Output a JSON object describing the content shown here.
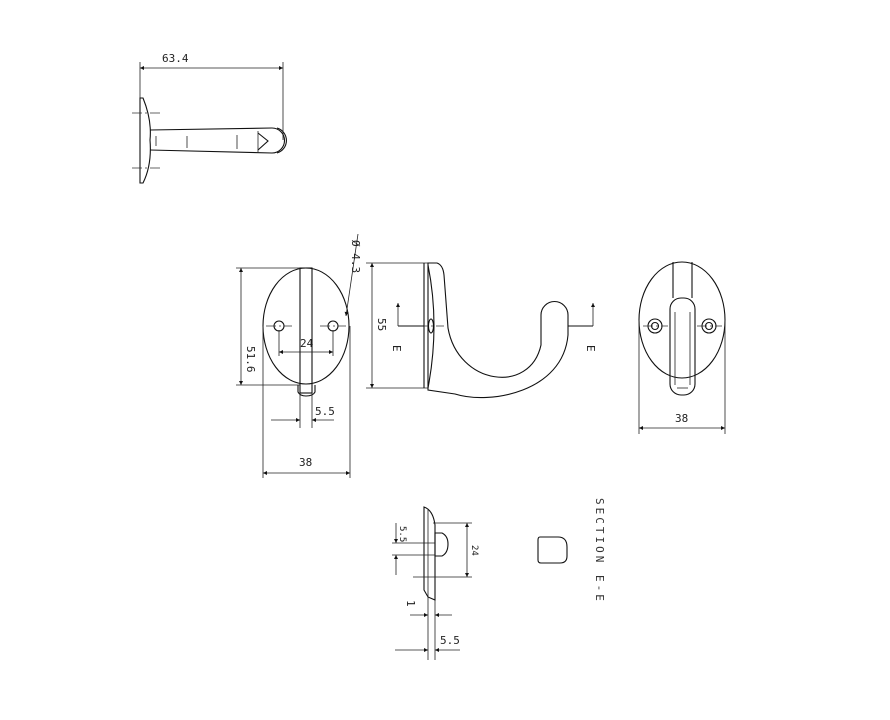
{
  "drawing": {
    "top_view": {
      "length_dim": "63.4"
    },
    "front_view": {
      "hole_diameter": "Ø 4.3",
      "hole_spacing": "24",
      "height": "51.6",
      "tab_width": "5.5",
      "width": "38"
    },
    "side_view": {
      "height": "55",
      "section_mark_left": "E",
      "section_mark_right": "E"
    },
    "rear_view": {
      "width": "38"
    },
    "section_detail": {
      "boss_dim": "5.5",
      "height": "24",
      "thickness": "1",
      "depth": "5.5"
    },
    "section_label": "SECTION E-E"
  }
}
